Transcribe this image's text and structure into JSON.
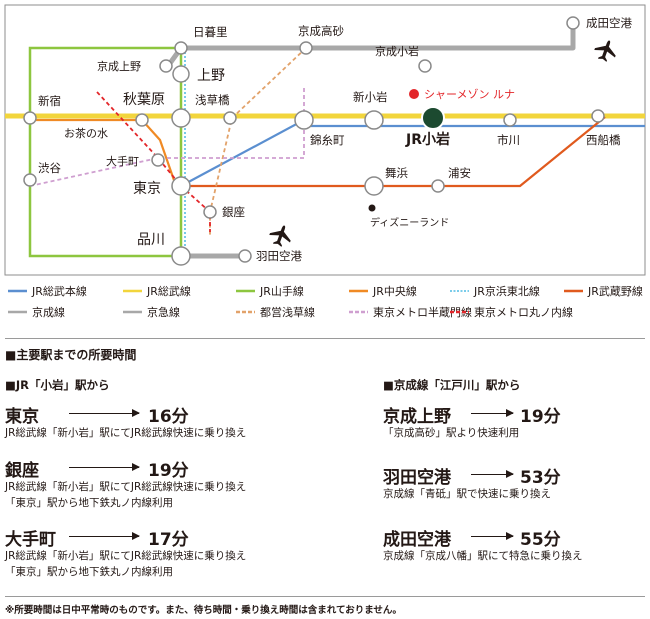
{
  "map": {
    "stations": {
      "nippori": "日暮里",
      "keisei_takasago": "京成高砂",
      "narita_airport": "成田空港",
      "keisei_ueno": "京成上野",
      "ueno": "上野",
      "keisei_koiwa": "京成小岩",
      "akihabara": "秋葉原",
      "asakusabashi": "浅草橋",
      "shinkoiwa": "新小岩",
      "shinjuku": "新宿",
      "ochanomizu": "お茶の水",
      "kinshicho": "錦糸町",
      "jr_koiwa": "JR小岩",
      "ichikawa": "市川",
      "nishifunabashi": "西船橋",
      "shibuya": "渋谷",
      "otemachi": "大手町",
      "tokyo": "東京",
      "maihama": "舞浜",
      "urayasu": "浦安",
      "ginza": "銀座",
      "disneyland": "ディズニーランド",
      "shinagawa": "品川",
      "haneda_airport": "羽田空港"
    },
    "property_label": "シャーメゾン ルナ",
    "colors": {
      "sobu_main": "#5b8fd0",
      "sobu": "#f2d53c",
      "yamanote": "#8dc63f",
      "chuo": "#f08a24",
      "keihin_tohoku": "#68c5e8",
      "musashino": "#e05a1e",
      "keisei": "#a8a8a8",
      "keikyu": "#a8a8a8",
      "toei_asakusa": "#e2a26a",
      "hanzomon": "#cf9fd0",
      "marunouchi": "#e3262a",
      "property_marker": "#1c4a30",
      "property_label": "#e3262a"
    },
    "icons": {
      "airport": "airplane-icon",
      "property": "circle-marker-icon",
      "station": "station-circle-icon"
    }
  },
  "legend": [
    {
      "label": "JR総武本線",
      "color": "#5b8fd0",
      "style": "solid"
    },
    {
      "label": "JR総武線",
      "color": "#f2d53c",
      "style": "solid"
    },
    {
      "label": "JR山手線",
      "color": "#8dc63f",
      "style": "solid"
    },
    {
      "label": "JR中央線",
      "color": "#f08a24",
      "style": "solid"
    },
    {
      "label": "JR京浜東北線",
      "color": "#68c5e8",
      "style": "dotted"
    },
    {
      "label": "JR武蔵野線",
      "color": "#e05a1e",
      "style": "solid"
    },
    {
      "label": "京成線",
      "color": "#a8a8a8",
      "style": "solid"
    },
    {
      "label": "京急線",
      "color": "#a8a8a8",
      "style": "solid"
    },
    {
      "label": "都営浅草線",
      "color": "#e2a26a",
      "style": "dashed"
    },
    {
      "label": "東京メトロ半蔵門線",
      "color": "#cf9fd0",
      "style": "dashed"
    },
    {
      "label": "東京メトロ丸ノ内線",
      "color": "#e3262a",
      "style": "dashed"
    }
  ],
  "access": {
    "title": "■主要駅までの所要時間",
    "jr": {
      "heading": "■JR「小岩」駅から",
      "destinations": [
        {
          "name": "東京",
          "time": "16分",
          "notes": [
            "JR総武線「新小岩」駅にてJR総武線快速に乗り換え"
          ]
        },
        {
          "name": "銀座",
          "time": "19分",
          "notes": [
            "JR総武線「新小岩」駅にてJR総武線快速に乗り換え",
            "「東京」駅から地下鉄丸ノ内線利用"
          ]
        },
        {
          "name": "大手町",
          "time": "17分",
          "notes": [
            "JR総武線「新小岩」駅にてJR総武線快速に乗り換え",
            "「東京」駅から地下鉄丸ノ内線利用"
          ]
        }
      ]
    },
    "keisei": {
      "heading": "■京成線「江戸川」駅から",
      "destinations": [
        {
          "name": "京成上野",
          "time": "19分",
          "notes": [
            "「京成高砂」駅より快速利用"
          ]
        },
        {
          "name": "羽田空港",
          "time": "53分",
          "notes": [
            "京成線「青砥」駅で快速に乗り換え"
          ]
        },
        {
          "name": "成田空港",
          "time": "55分",
          "notes": [
            "京成線「京成八幡」駅にて特急に乗り換え"
          ]
        }
      ]
    },
    "footnote": "※所要時間は日中平常時のものです。また、待ち時間・乗り換え時間は含まれておりません。"
  }
}
